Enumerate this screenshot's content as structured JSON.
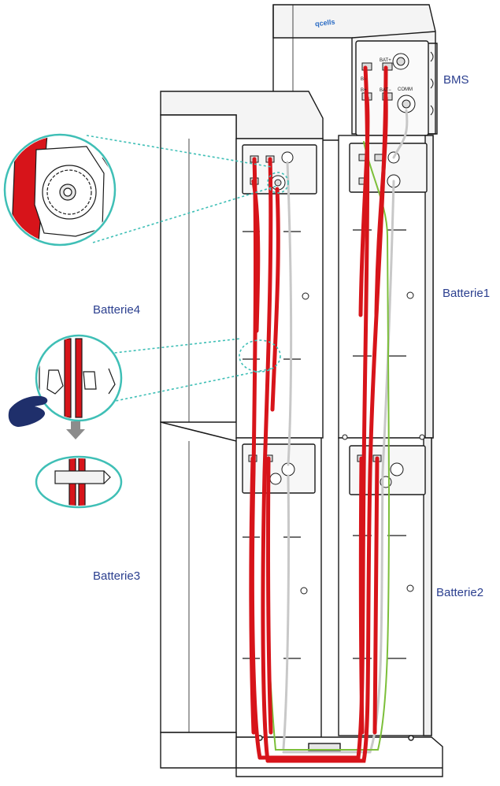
{
  "labels": {
    "bms": "BMS",
    "battery1": "Batterie1",
    "battery2": "Batterie2",
    "battery3": "Batterie3",
    "battery4": "Batterie4"
  },
  "brand": "qcells",
  "ports": {
    "b_minus": "B−",
    "bat_plus": "BAT+",
    "b_plus": "B+",
    "bat_minus": "BAT−",
    "comm": "COMM"
  },
  "colors": {
    "label_text": "#2b3f8f",
    "outline": "#1a1a1a",
    "power_cable": "#d7141a",
    "comm_cable": "#c8c8c8",
    "ground_cable": "#7cbf3a",
    "callout_ring": "#3fbfb6",
    "arrow": "#8c8c8c",
    "hand_icon": "#1f2f6b"
  }
}
